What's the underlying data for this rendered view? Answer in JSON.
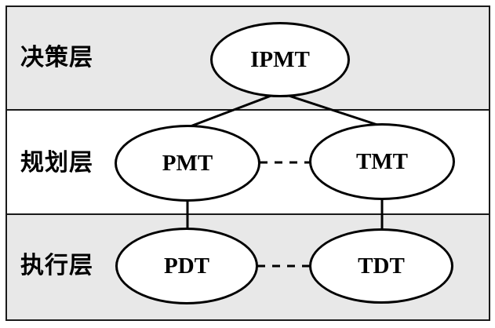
{
  "layers": [
    {
      "label": "决策层",
      "nodes": [
        "IPMT"
      ]
    },
    {
      "label": "规划层",
      "nodes": [
        "PMT",
        "TMT"
      ]
    },
    {
      "label": "执行层",
      "nodes": [
        "PDT",
        "TDT"
      ]
    }
  ],
  "edges": [
    {
      "from": "IPMT",
      "to": "PMT",
      "style": "solid"
    },
    {
      "from": "IPMT",
      "to": "TMT",
      "style": "solid"
    },
    {
      "from": "PMT",
      "to": "TMT",
      "style": "dashed"
    },
    {
      "from": "PMT",
      "to": "PDT",
      "style": "solid"
    },
    {
      "from": "TMT",
      "to": "TDT",
      "style": "solid"
    },
    {
      "from": "PDT",
      "to": "TDT",
      "style": "dashed"
    }
  ],
  "colors": {
    "band_shaded": "#e8e8e8",
    "band_plain": "#ffffff",
    "line": "#000000",
    "text": "#000000"
  }
}
